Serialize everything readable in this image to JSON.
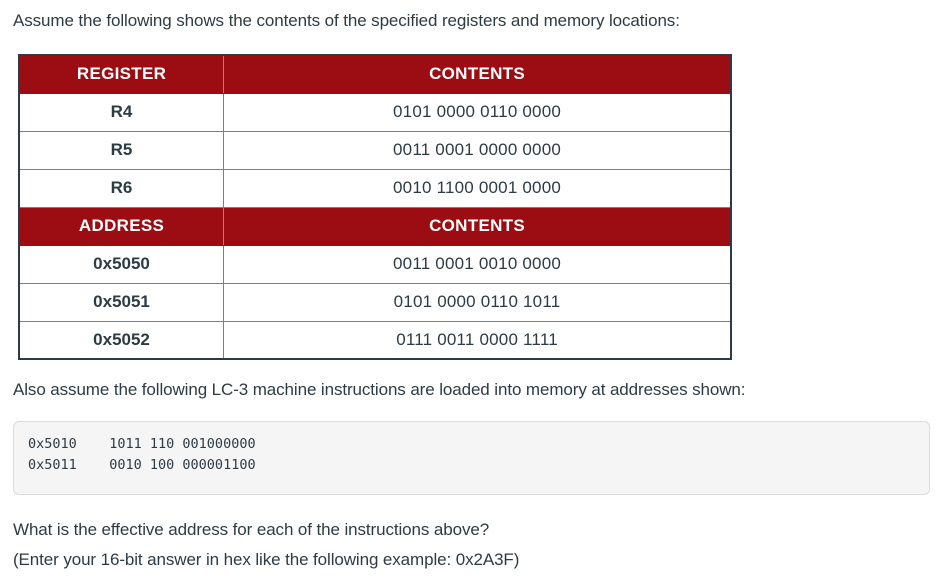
{
  "intro": {
    "text": "Assume the following shows the contents of the specified registers and memory locations:"
  },
  "table": {
    "register_header": {
      "label": "REGISTER",
      "contents": "CONTENTS"
    },
    "register_rows": [
      {
        "name": "R4",
        "contents": "0101 0000 0110 0000"
      },
      {
        "name": "R5",
        "contents": "0011 0001 0000 0000"
      },
      {
        "name": "R6",
        "contents": "0010 1100 0001 0000"
      }
    ],
    "address_header": {
      "label": "ADDRESS",
      "contents": "CONTENTS"
    },
    "address_rows": [
      {
        "name": "0x5050",
        "contents": "0011 0001 0010 0000"
      },
      {
        "name": "0x5051",
        "contents": "0101 0000 0110 1011"
      },
      {
        "name": "0x5052",
        "contents": "0111 0011 0000 1111"
      }
    ],
    "header_color": "#9c0d13",
    "header_text_color": "#ffffff",
    "border_color": "#7f7f7f",
    "outer_border_color": "#2d3b45"
  },
  "instructions_intro": {
    "text": "Also assume the following LC-3 machine instructions are loaded into memory at addresses shown:"
  },
  "code": {
    "lines": [
      {
        "address": "0x5010",
        "machine_code": "1011 110 001000000"
      },
      {
        "address": "0x5011",
        "machine_code": "0010 100 000001100"
      }
    ],
    "text": "0x5010    1011 110 001000000\n0x5011    0010 100 000001100",
    "background_color": "#f5f5f5",
    "border_color": "#dcdcdc"
  },
  "question": {
    "prompt": "What is the effective address for each of the instructions above?",
    "example": "(Enter your 16-bit answer in hex like the following example: 0x2A3F)"
  }
}
